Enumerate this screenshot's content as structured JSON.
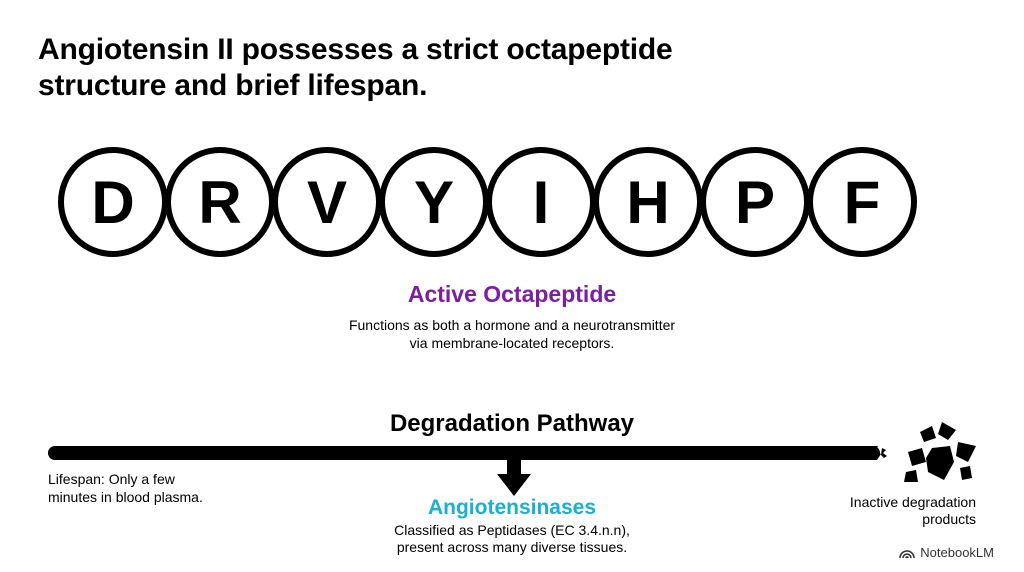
{
  "title": {
    "line1": "Angiotensin II possesses a strict octapeptide",
    "line2": "structure and brief lifespan."
  },
  "residues": [
    "D",
    "R",
    "V",
    "Y",
    "I",
    "H",
    "P",
    "F"
  ],
  "active": {
    "heading": "Active Octapeptide",
    "heading_color": "#7a1fa2",
    "desc_line1": "Functions as both a hormone and a neurotransmitter",
    "desc_line2": "via membrane-located receptors."
  },
  "degradation": {
    "heading": "Degradation Pathway",
    "lifespan_line1": "Lifespan: Only a few",
    "lifespan_line2": "minutes in blood plasma.",
    "enzyme_heading": "Angiotensinases",
    "enzyme_color": "#1ab0cf",
    "enzyme_desc_line1": "Classified as Peptidases (EC 3.4.n.n),",
    "enzyme_desc_line2": "present across many diverse tissues.",
    "products_line1": "Inactive degradation",
    "products_line2": "products"
  },
  "brand": {
    "label": "NotebookLM",
    "icon": "notebooklm-logo-icon"
  }
}
